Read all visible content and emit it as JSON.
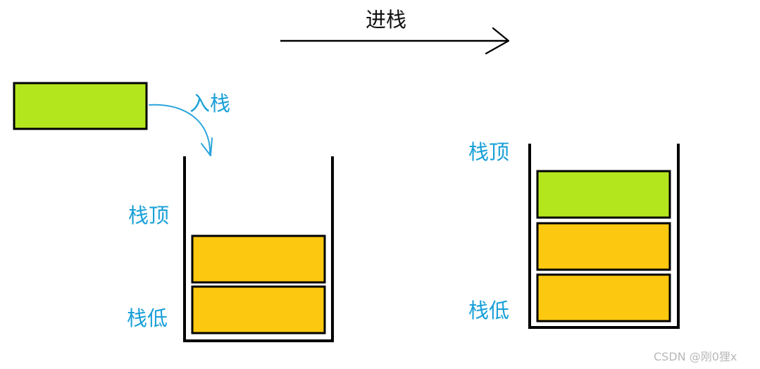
{
  "labels": {
    "push_title": "进栈",
    "push_action": "入栈",
    "left_top": "栈顶",
    "left_bottom": "栈低",
    "right_top": "栈顶",
    "right_bottom": "栈低"
  },
  "watermark": "CSDN @刚0狸x",
  "colors": {
    "new_element": "#b4e61e",
    "stacked_element": "#fcc810",
    "label_blue": "#1aa0d8",
    "outline": "#000000",
    "curved_arrow": "#2aa5dc"
  },
  "stacks": {
    "before": {
      "element_count": 2
    },
    "after": {
      "element_count": 3
    }
  }
}
